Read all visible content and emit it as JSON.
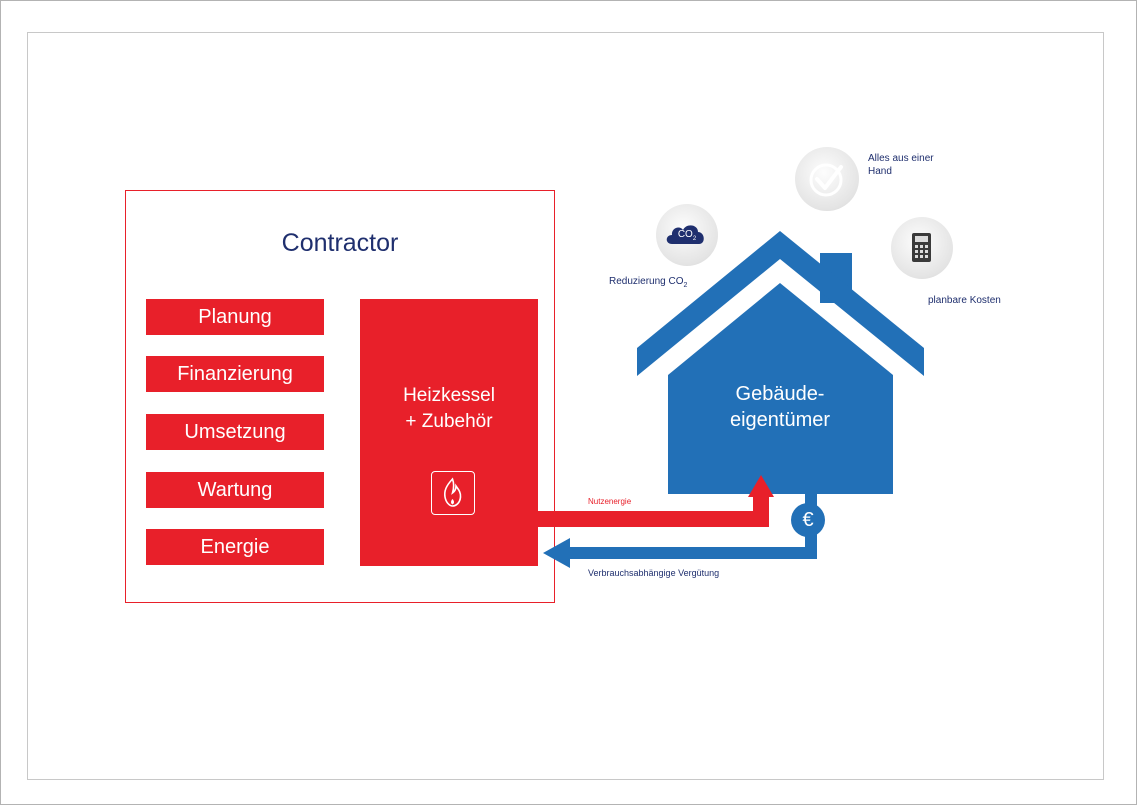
{
  "contractor": {
    "title": "Contractor",
    "services": [
      "Planung",
      "Finanzierung",
      "Umsetzung",
      "Wartung",
      "Energie"
    ],
    "heizkessel_line1": "Heizkessel",
    "heizkessel_line2": "+ Zubehör"
  },
  "house": {
    "line1": "Gebäude-",
    "line2": "eigentümer"
  },
  "flows": {
    "nutzenergie": "Nutzenergie",
    "verguetung": "Verbrauchsabhängige Vergütung",
    "currency_symbol": "€"
  },
  "benefits": {
    "co2_badge": "CO",
    "co2_badge_sub": "2",
    "co2_label": "Reduzierung CO",
    "co2_label_sub": "2",
    "hand_line1": "Alles aus einer",
    "hand_line2": "Hand",
    "kosten_label": "planbare Kosten"
  },
  "colors": {
    "red": "#e8202a",
    "blue": "#2270b7",
    "navy": "#1f2f6e"
  },
  "icons": [
    "flame-icon",
    "co2-cloud-icon",
    "checkmark-icon",
    "calculator-icon",
    "euro-icon"
  ]
}
